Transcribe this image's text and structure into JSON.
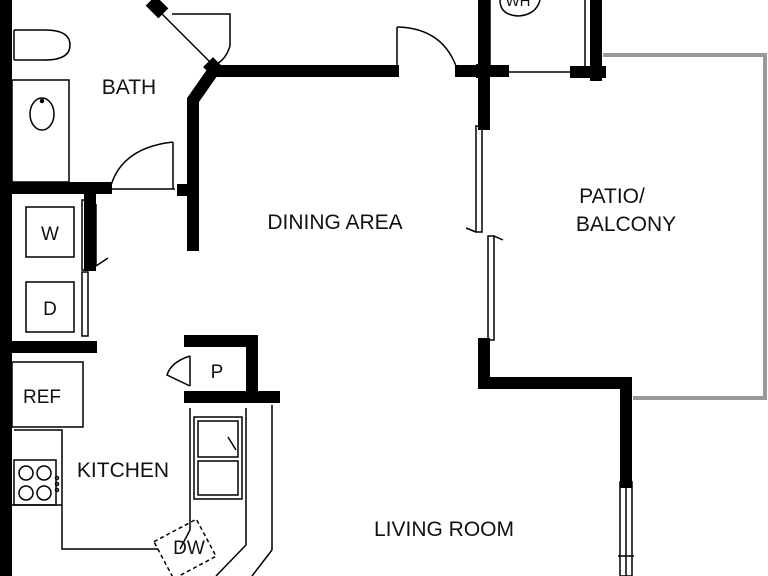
{
  "rooms": {
    "bath": "BATH",
    "dining": "DINING AREA",
    "patio_line1": "PATIO/",
    "patio_line2": "BALCONY",
    "kitchen": "KITCHEN",
    "living": "LIVING ROOM"
  },
  "fixtures": {
    "washer": "W",
    "dryer": "D",
    "pantry": "P",
    "refrigerator": "REF",
    "dishwasher": "DW",
    "water_heater": "WH"
  }
}
